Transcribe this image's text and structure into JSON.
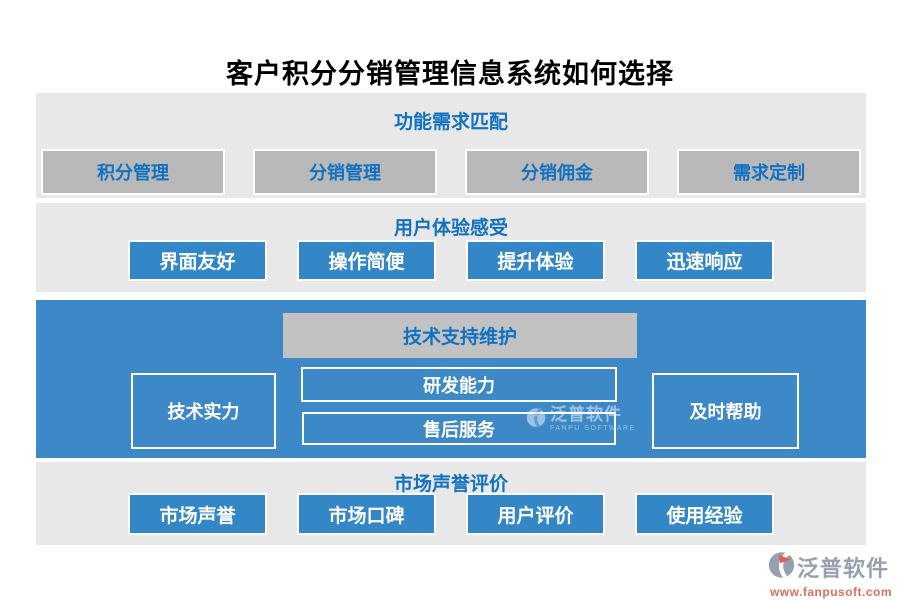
{
  "title": "客户积分分销管理信息系统如何选择",
  "sections": {
    "function": {
      "header": "功能需求匹配",
      "items": [
        "积分管理",
        "分销管理",
        "分销佣金",
        "需求定制"
      ]
    },
    "experience": {
      "header": "用户体验感受",
      "items": [
        "界面友好",
        "操作简便",
        "提升体验",
        "迅速响应"
      ]
    },
    "tech": {
      "header": "技术支持维护",
      "left": "技术实力",
      "middle": [
        "研发能力",
        "售后服务"
      ],
      "right": "及时帮助"
    },
    "market": {
      "header": "市场声誉评价",
      "items": [
        "市场声誉",
        "市场口碑",
        "用户评价",
        "使用经验"
      ]
    }
  },
  "watermark": {
    "name": "泛普软件",
    "caption": "FANPU SOFTWARE"
  },
  "logo": {
    "name": "泛普软件",
    "url": "www.fanpusoft.com"
  },
  "colors": {
    "accent_blue": "#3487c6",
    "section_blue_bg": "#3d88c6",
    "text_blue": "#1272c2",
    "section_gray_bg": "#e8e8e8",
    "button_gray": "#b9b9b9",
    "header_gray": "#c2c2c2",
    "logo_gray": "#97a0b0",
    "logo_orange": "#dd6f5e"
  }
}
